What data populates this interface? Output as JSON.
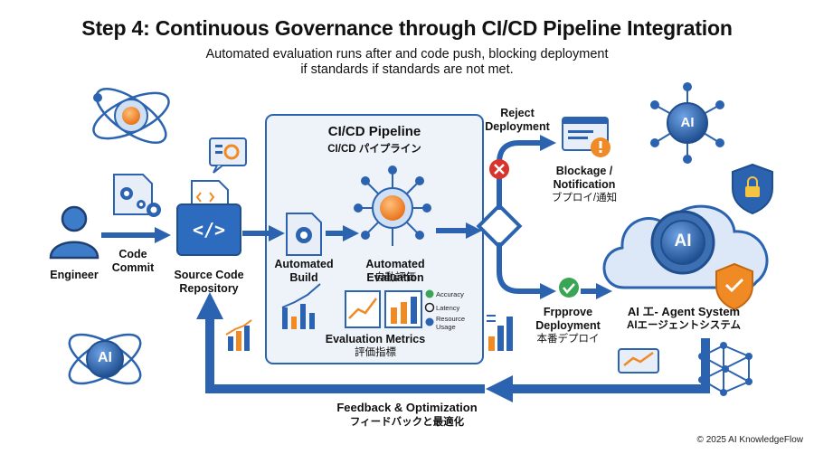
{
  "header": {
    "title": "Step 4: Continuous Governance through CI/CD Pipeline Integration",
    "subtitle_line1": "Automated evaluation runs after and code push, blocking deployment",
    "subtitle_line2": "if standards if standards are not met."
  },
  "nodes": {
    "engineer": "Engineer",
    "code_commit_1": "Code",
    "code_commit_2": "Commit",
    "repo_1": "Source Code",
    "repo_2": "Repository",
    "pipeline_en": "CI/CD Pipeline",
    "pipeline_jp": "CI/CD パイプライン",
    "build_1": "Automated",
    "build_2": "Build",
    "eval_en": "Automated Evaluation",
    "eval_jp": "自動評価",
    "metrics_en": "Evaluation Metrics",
    "metrics_jp": "評価指標",
    "metric_accuracy": "Accuracy",
    "metric_latency": "Latency",
    "metric_resource_1": "Resource",
    "metric_resource_2": "Usage",
    "reject_1": "Reject",
    "reject_2": "Deployment",
    "blockage_1": "Blockage /",
    "blockage_2": "Notification",
    "blockage_jp": "ブプロイ/通知",
    "approve_1": "Frpprove",
    "approve_2": "Deployment",
    "approve_jp": "本番デプロイ",
    "agent_en": "AI エ- Agent System",
    "agent_jp": "AIエージェントシステム",
    "feedback_en": "Feedback & Optimization",
    "feedback_jp": "フィードバックと最適化",
    "ai_badge": "AI",
    "code_glyph": "</>"
  },
  "footer": {
    "copyright": "© 2025 AI KnowledgeFlow"
  },
  "colors": {
    "primary": "#2b63b0",
    "dark": "#1f4f8f",
    "orange": "#f08a24",
    "red": "#d9342b",
    "green": "#3aa655",
    "panel": "#eef3fa"
  }
}
